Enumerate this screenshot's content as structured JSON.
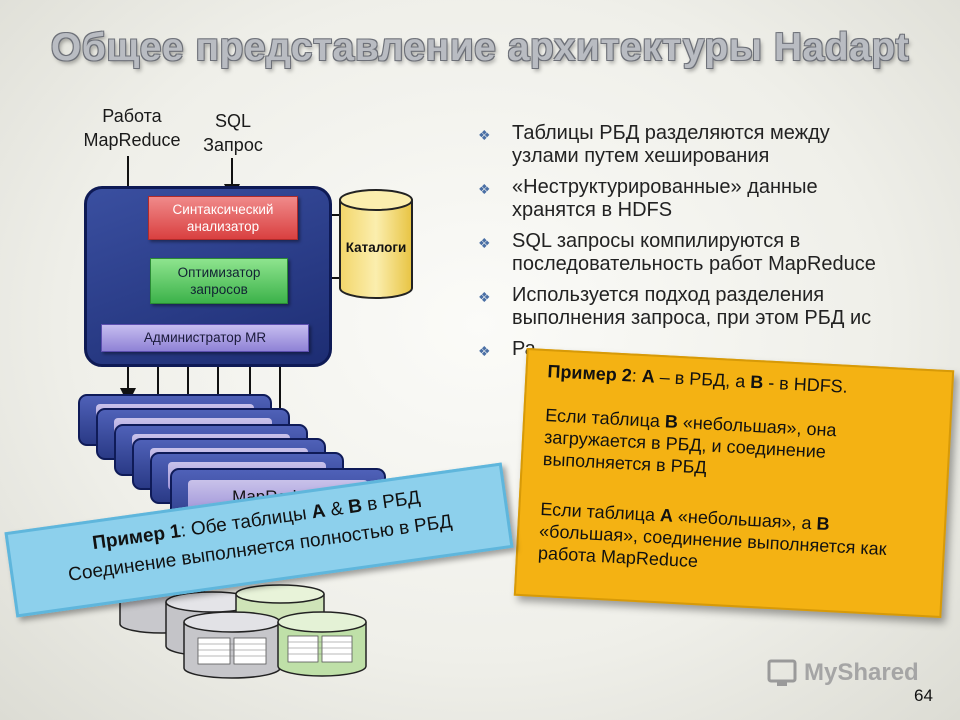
{
  "title": "Общее представление архитектуры Hadapt",
  "inputs": {
    "mapreduce_job": [
      "Работа",
      "MapReduce"
    ],
    "sql_query": [
      "SQL",
      "Запрос"
    ]
  },
  "node": {
    "parser": [
      "Синтаксический",
      "анализатор"
    ],
    "optimizer": [
      "Оптимизатор",
      "запросов"
    ],
    "mr_admin": "Администратор MR"
  },
  "catalog": "Каталоги",
  "stack_label": "MapReduce",
  "bullets": [
    "Таблицы РБД разделяются между узлами путем хеширования",
    "«Неструктурированные» данные хранятся в HDFS",
    "SQL запросы компилируются в последовательность работ MapReduce",
    "Используется подход разделения выполнения запроса, при этом РБД ис",
    "Ра"
  ],
  "example1": {
    "label": "Пример 1",
    "text_a": ": Обе таблицы ",
    "A": "А",
    "amp": " & ",
    "B": "В",
    "text_b": " в РБД",
    "line2": "Соединение выполняется полностью в РБД"
  },
  "example2": {
    "label": "Пример 2",
    "line1_a": ":  ",
    "A": "А",
    "line1_b": " – в РБД, а ",
    "B": "В",
    "line1_c": " - в HDFS.",
    "p1_a": "Если таблица ",
    "p1_B": "В",
    "p1_b": " «небольшая», она загружается в РБД, и соединение выполняется в РБД",
    "p2_a": "Если таблица ",
    "p2_A": "А",
    "p2_b": " «небольшая», а ",
    "p2_B": "В",
    "p2_c": " «большая», соединение выполняется как работа MapReduce"
  },
  "watermark": "MyShared",
  "page_number": "64"
}
